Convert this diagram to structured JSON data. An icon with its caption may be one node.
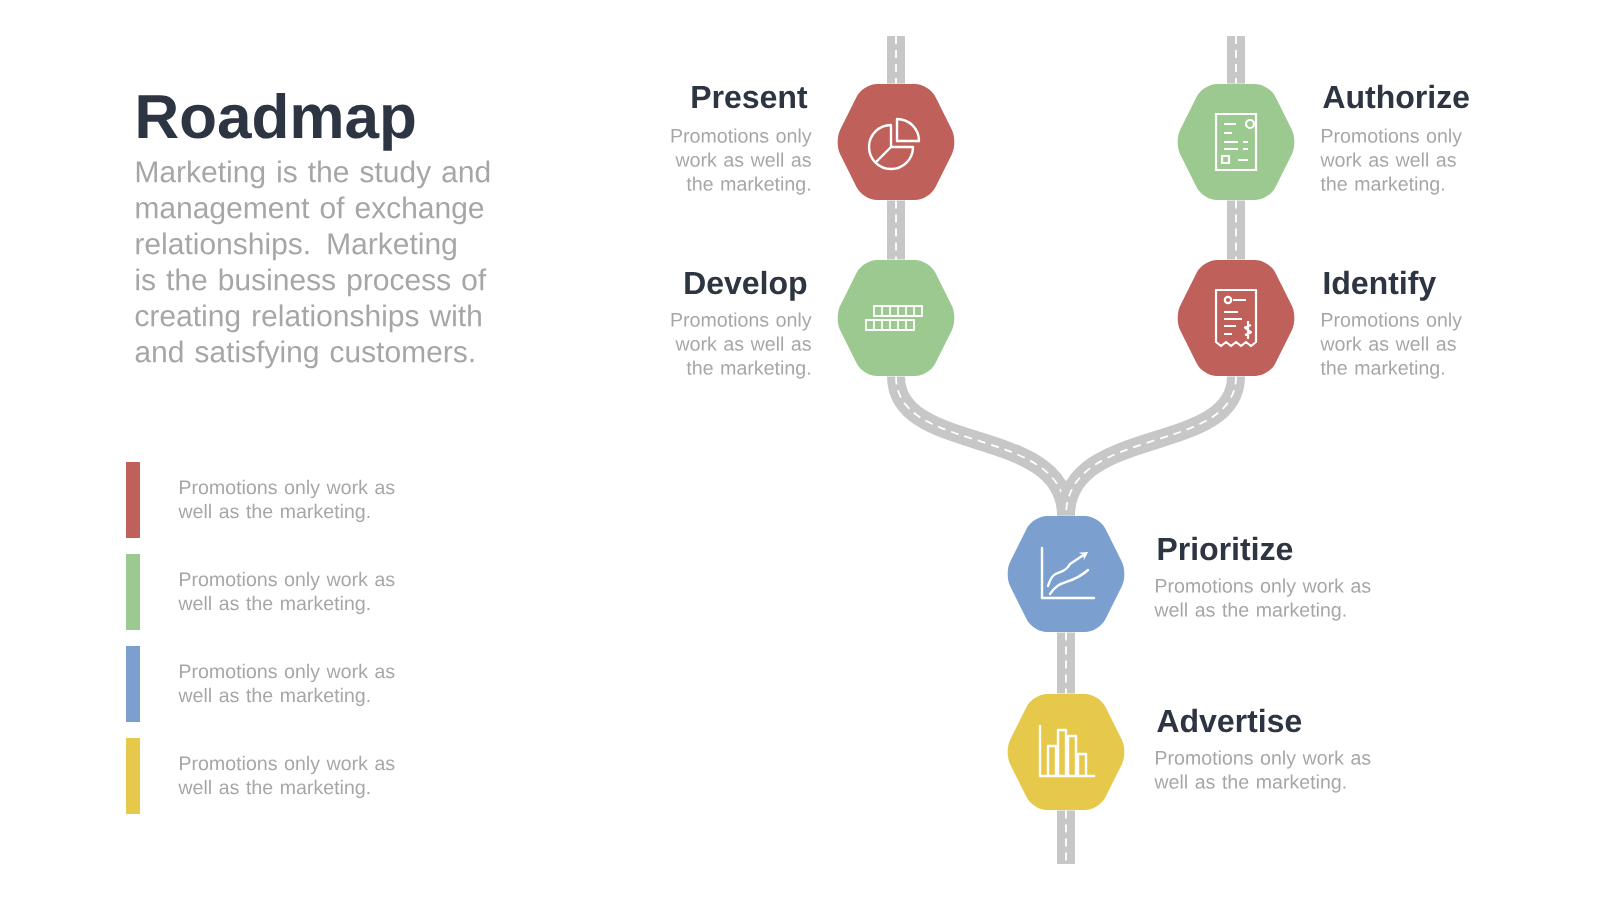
{
  "diagram": {
    "title": "Roadmap",
    "nodes": [
      {
        "text": [
          "Present",
          "Promotions only work as well as the marketing."
        ]
      },
      {
        "text": [
          "Authorize",
          "Promotions only work as well as the marketing."
        ]
      },
      {
        "text": [
          "Develop",
          "Promotions only work as well as the marketing."
        ]
      },
      {
        "text": [
          "Identify",
          "Promotions only work as well as the marketing."
        ]
      },
      {
        "text": [
          "Prioritize",
          "Promotions only work as well as the marketing."
        ]
      },
      {
        "text": [
          "Advertise",
          "Promotions only work as well as the marketing."
        ]
      }
    ],
    "edges": [
      {
        "from": null,
        "to": 0,
        "arrow": "none"
      },
      {
        "from": null,
        "to": 1,
        "arrow": "none"
      },
      {
        "from": 0,
        "to": 2,
        "arrow": "none"
      },
      {
        "from": 1,
        "to": 3,
        "arrow": "none"
      },
      {
        "from": 2,
        "to": 4,
        "arrow": "none"
      },
      {
        "from": 3,
        "to": 4,
        "arrow": "none"
      },
      {
        "from": 4,
        "to": 5,
        "arrow": "none"
      },
      {
        "from": 5,
        "to": null,
        "arrow": "none"
      }
    ],
    "labels": [
      "Marketing is the study and management of exchange relationships. Marketing is the business process of creating relationships with and satisfying customers."
    ],
    "legend": [
      {
        "text": "Promotions only work as well as the marketing.",
        "color": "#c0605a"
      },
      {
        "text": "Promotions only work as well as the marketing.",
        "color": "#9bc98f"
      },
      {
        "text": "Promotions only work as well as the marketing.",
        "color": "#7ba0cf"
      },
      {
        "text": "Promotions only work as well as the marketing.",
        "color": "#e6c84a"
      }
    ]
  }
}
